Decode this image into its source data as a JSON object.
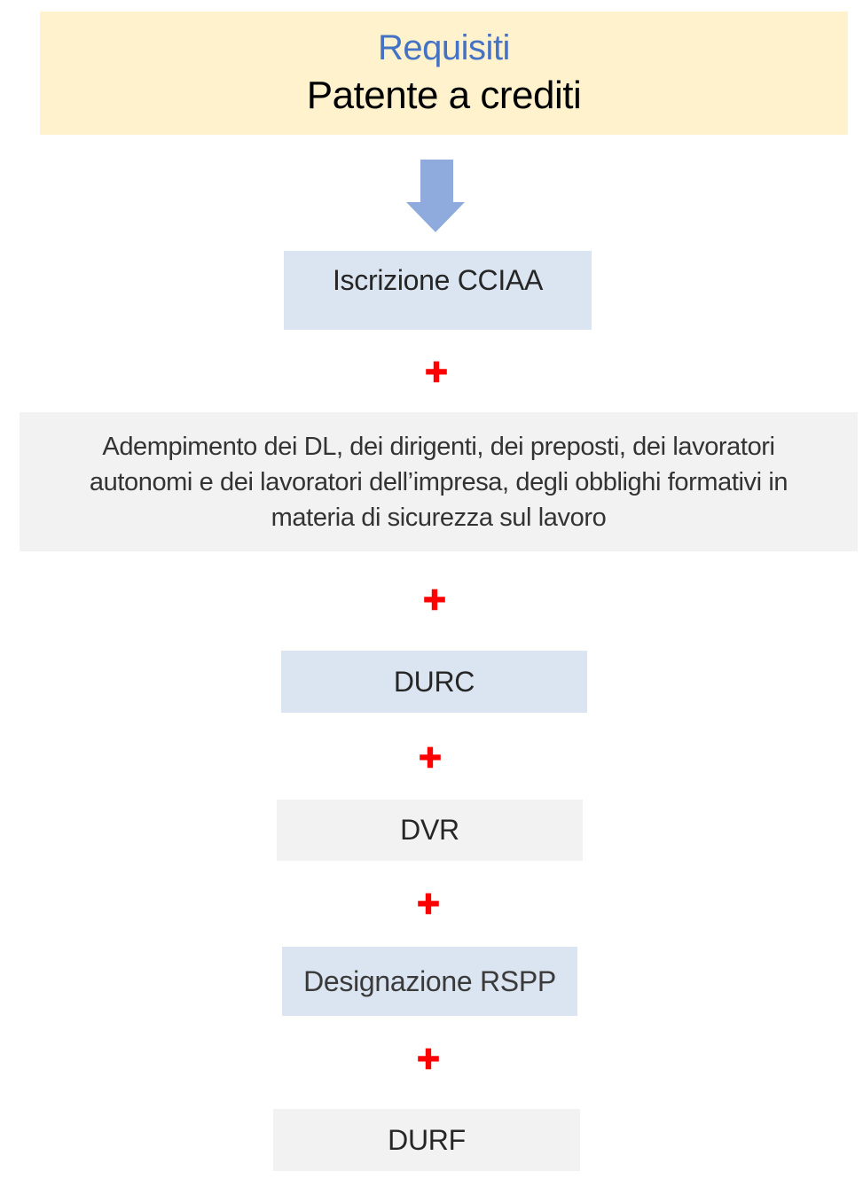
{
  "header": {
    "line1": "Requisiti",
    "line2": "Patente a crediti"
  },
  "icons": {
    "plus": "+",
    "down_arrow": "down-arrow"
  },
  "colors": {
    "banner_bg": "#FFF2CC",
    "title_accent": "#4472C4",
    "arrow": "#8FAADC",
    "blue_box_bg": "#DBE5F1",
    "gray_box_bg": "#F2F2F2",
    "plus": "#FF0000"
  },
  "boxes": [
    {
      "label": "Iscrizione CCIAA",
      "variant": "blue"
    },
    {
      "label": "Adempimento dei DL, dei dirigenti, dei preposti, dei lavoratori autonomi e dei lavoratori dell’impresa, degli obblighi formativi in materia di sicurezza sul lavoro",
      "variant": "gray",
      "lines": [
        "Adempimento dei DL, dei dirigenti, dei preposti, dei lavoratori",
        "autonomi e dei lavoratori dell’impresa, degli obblighi formativi in",
        "materia di sicurezza sul lavoro"
      ]
    },
    {
      "label": "DURC",
      "variant": "blue"
    },
    {
      "label": "DVR",
      "variant": "gray"
    },
    {
      "label": "Designazione RSPP",
      "variant": "blue"
    },
    {
      "label": "DURF",
      "variant": "gray"
    }
  ]
}
